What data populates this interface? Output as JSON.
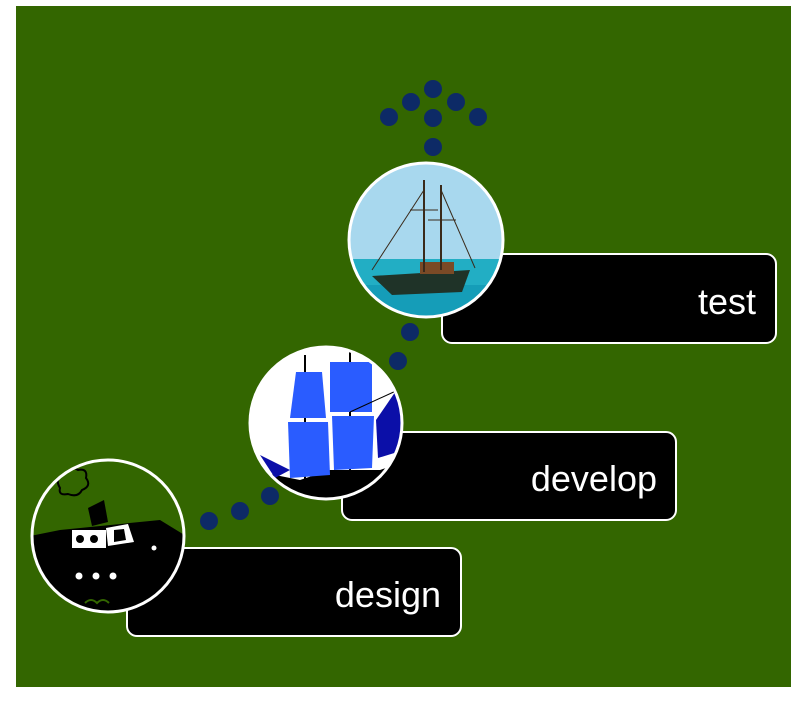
{
  "diagram": {
    "background_color": "#336600",
    "dot_color": "#0D2A66",
    "steps": [
      {
        "id": "design",
        "label": "design",
        "icon": "tugboat-icon"
      },
      {
        "id": "develop",
        "label": "develop",
        "icon": "galleon-icon"
      },
      {
        "id": "test",
        "label": "test",
        "icon": "sailing-ship-photo-icon"
      }
    ],
    "arrow": "dotted-arrow-up-icon"
  }
}
